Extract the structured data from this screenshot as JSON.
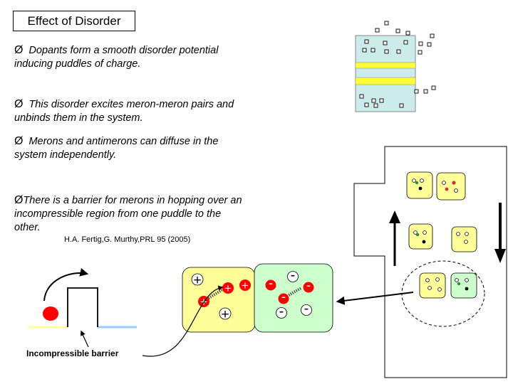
{
  "title": "Effect of Disorder",
  "bullets": [
    {
      "line1": "Dopants form a smooth disorder potential",
      "line2": "inducing puddles of charge."
    },
    {
      "line1": "This disorder excites meron-meron pairs and",
      "line2": "unbinds them in the system."
    },
    {
      "line1": "Merons and antimerons can diffuse in the",
      "line2": "system independently."
    },
    {
      "line1": "There is a barrier for merons in hopping over an",
      "line2": "incompressible region from one puddle to the",
      "line3": "other."
    }
  ],
  "bullet_symbol": "Ø",
  "citation": "H.A. Fertig,G. Murthy,PRL 95 (2005)",
  "caption": "Incompressible barrier",
  "merons": {
    "plus": "+",
    "minus": "-"
  },
  "colors": {
    "puddle_yellow": "#ffff99",
    "puddle_green": "#ccffcc",
    "strip_blue": "#ccecec",
    "charge_red": "#ff0000",
    "barrier_blue": "#99ccff"
  }
}
